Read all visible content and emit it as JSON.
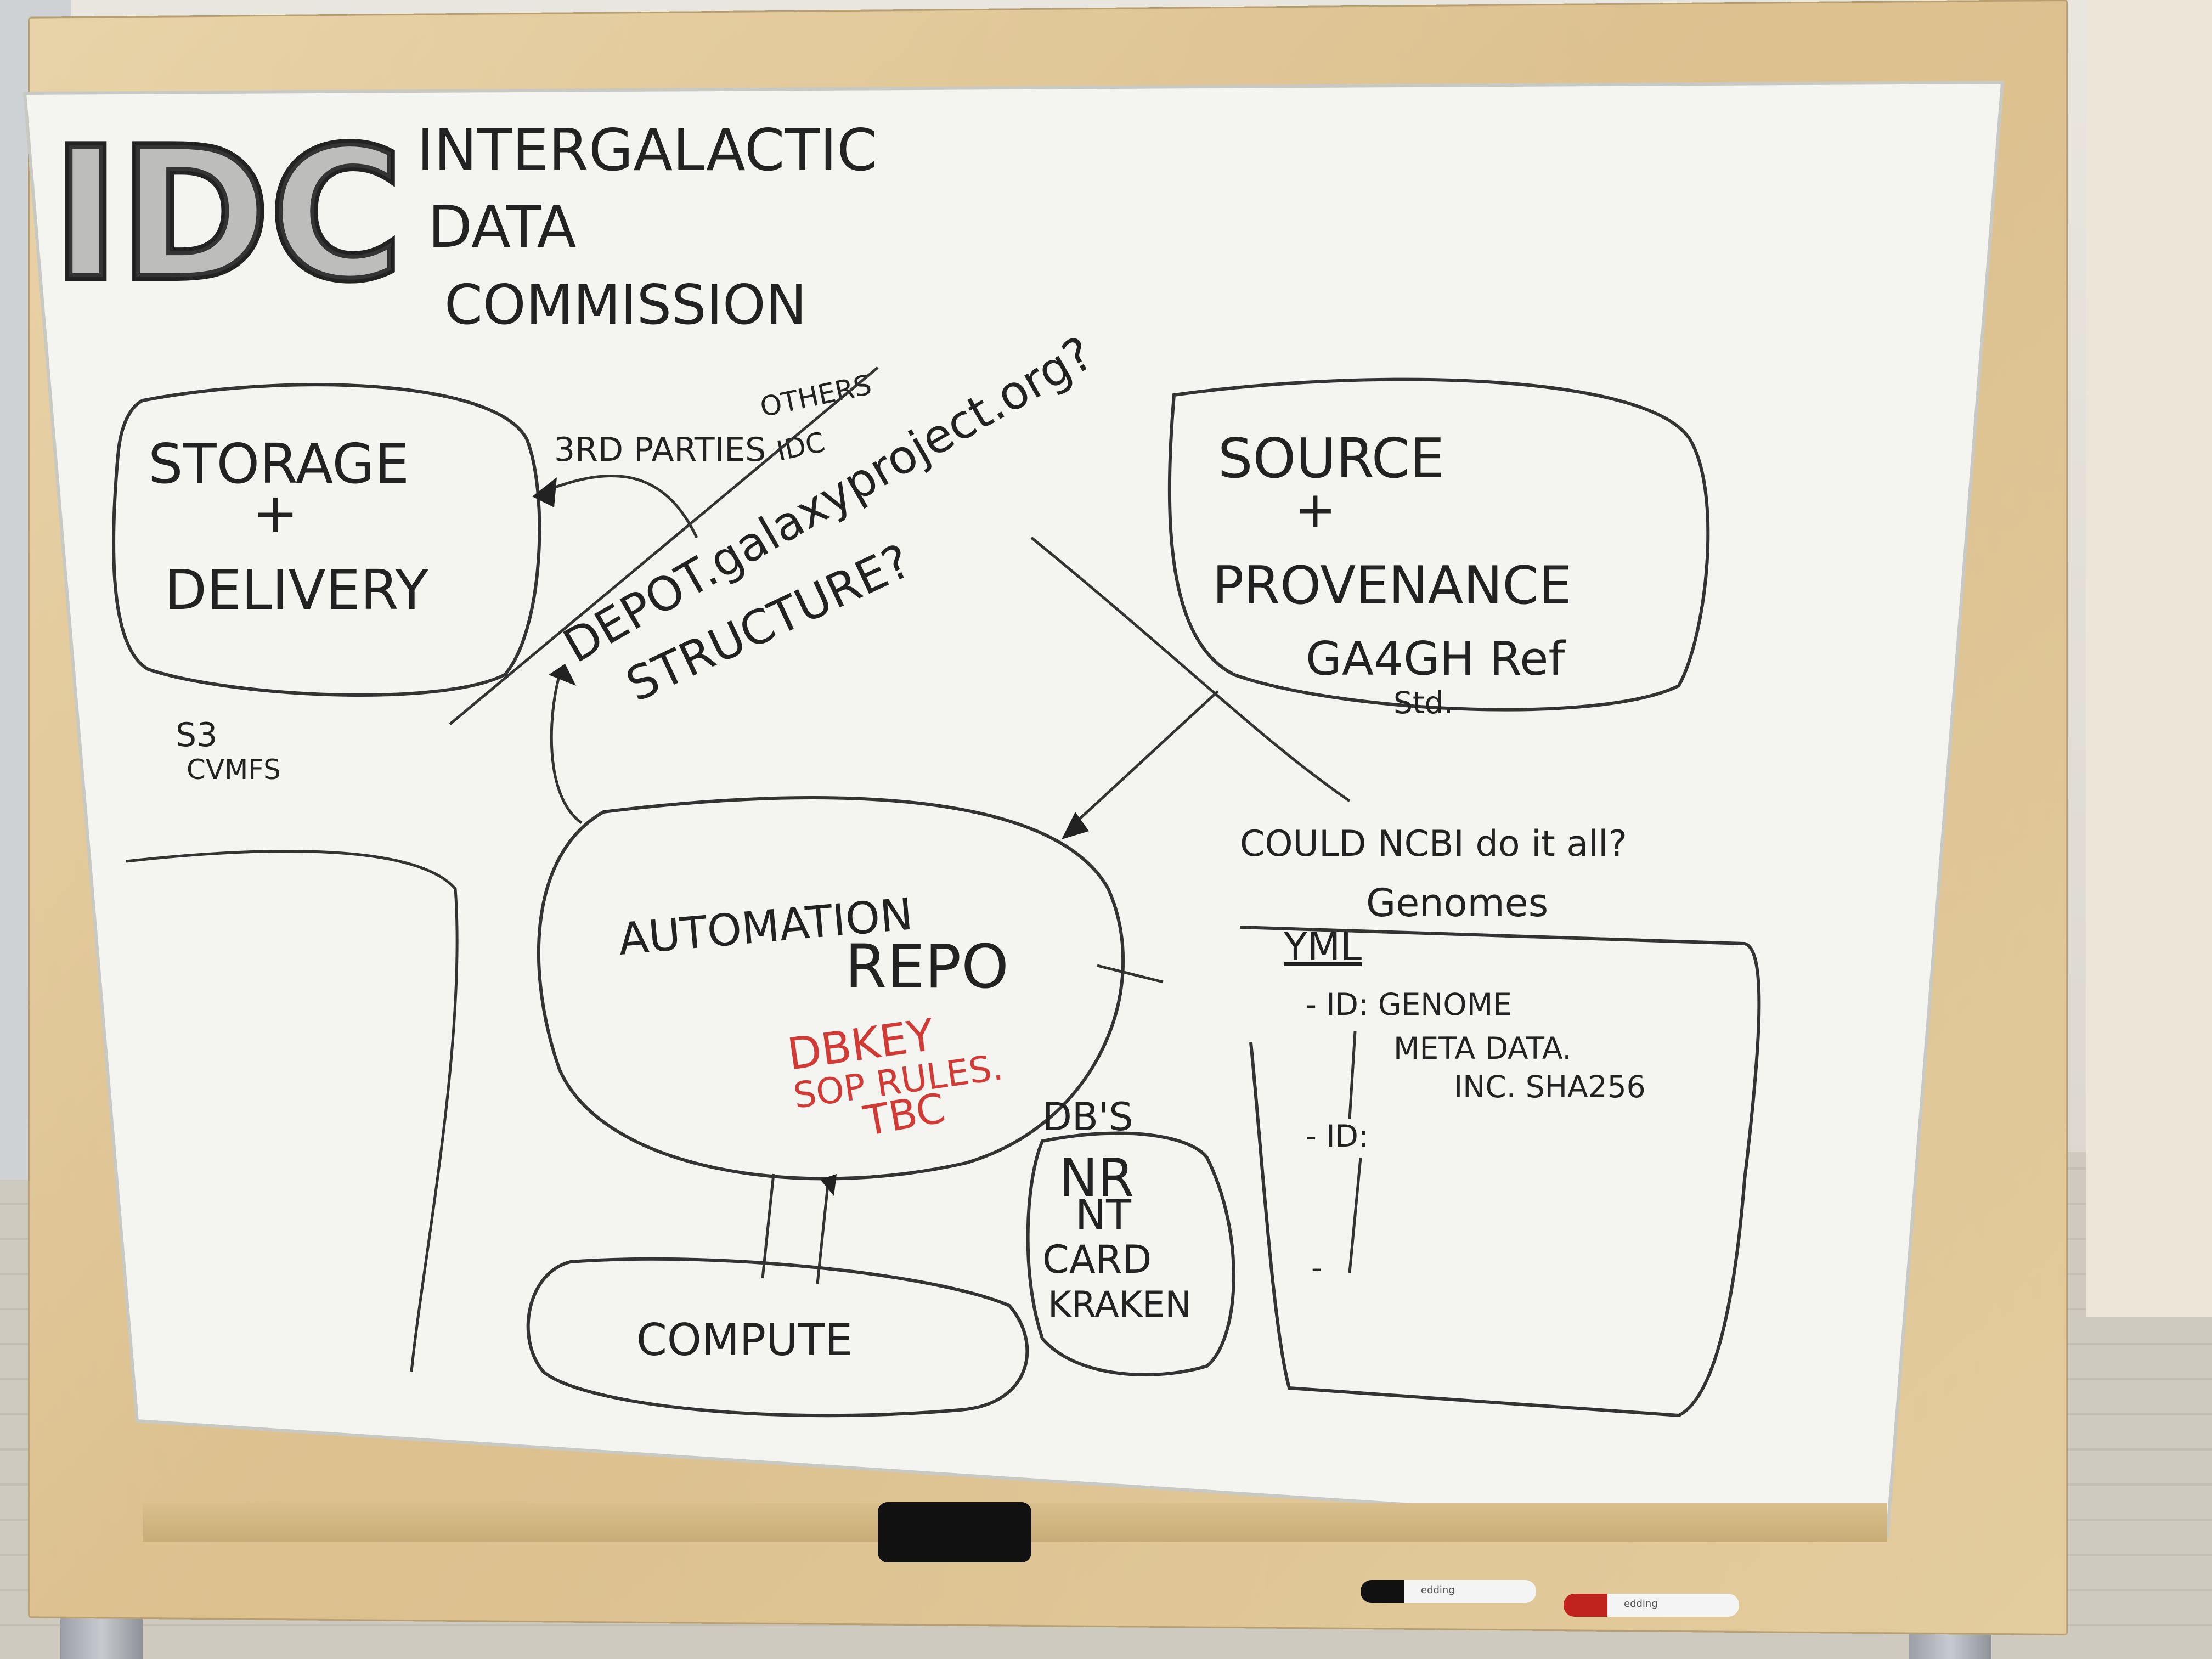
{
  "board": {
    "logo": "IDC",
    "title_lines": [
      "INTERGALACTIC",
      "DATA",
      "COMMISSION"
    ],
    "storage": {
      "line1": "STORAGE",
      "plus": "+",
      "line2": "DELIVERY"
    },
    "storage_notes": [
      "S3",
      "CVMFS"
    ],
    "third_parties": "3RD PARTIES",
    "others_lines": [
      "OTHERS",
      "IDC"
    ],
    "depot": "DEPOT.galaxyproject.org?",
    "structure": "STRUCTURE?",
    "source": {
      "line1": "SOURCE",
      "plus": "+",
      "line2": "PROVENANCE",
      "line3": "GA4GH Ref",
      "line4": "Std."
    },
    "ncbi_question": "COULD NCBI do it all?",
    "genomes_note": "Genomes",
    "automation": {
      "line1": "AUTOMATION",
      "line2": "REPO"
    },
    "red_notes": [
      "DBKEY",
      "SOP RULES.",
      "TBC"
    ],
    "compute": "COMPUTE",
    "dbs": {
      "header": "DB'S",
      "items": [
        "NR",
        "NT",
        "CARD",
        "KRAKEN"
      ]
    },
    "yml": {
      "header": "YML",
      "line1": "- ID: GENOME",
      "line2": "META DATA.",
      "line3": "INC. SHA256",
      "line4": "- ID:",
      "line5": "-"
    },
    "markers": {
      "black_label": "edding",
      "red_label": "edding"
    }
  },
  "colors": {
    "ink": "#222222",
    "red_ink": "#d23a36",
    "blue_ink": "#2a2a7a",
    "board": "#f4f5f1",
    "frame": "#dcc08e"
  }
}
